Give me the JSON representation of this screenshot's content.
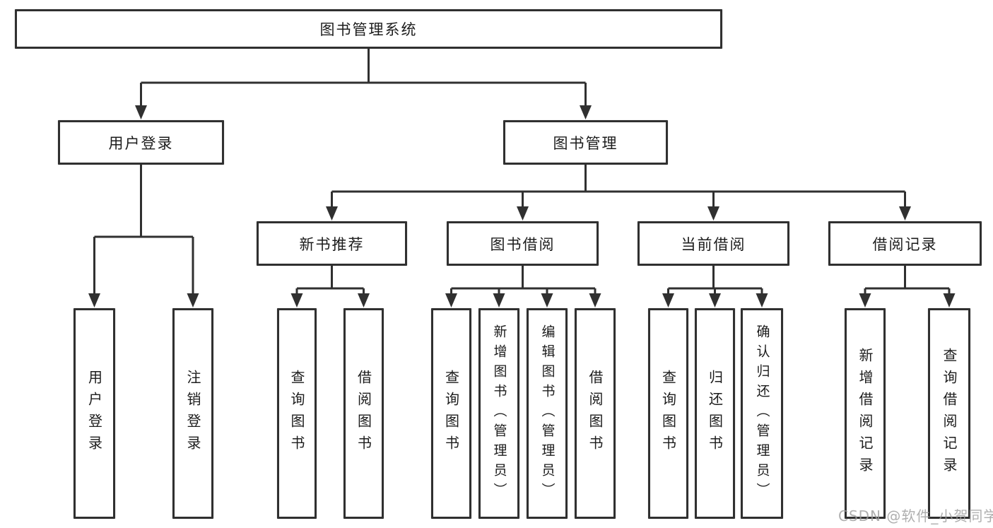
{
  "diagram_type": "hierarchy-tree",
  "watermark": "CSDN @软件_小贺同学",
  "colors": {
    "background": "#ffffff",
    "box_fill": "#ffffff",
    "box_border": "#303030",
    "connector_line": "#303030",
    "text": "#1c1c1c",
    "watermark_text": "#9e9e9e"
  },
  "tree": {
    "label": "图书管理系统",
    "children": [
      {
        "label": "用户登录",
        "children": [
          {
            "label": "用户登录"
          },
          {
            "label": "注销登录"
          }
        ]
      },
      {
        "label": "图书管理",
        "children": [
          {
            "label": "新书推荐",
            "children": [
              {
                "label": "查询图书"
              },
              {
                "label": "借阅图书"
              }
            ]
          },
          {
            "label": "图书借阅",
            "children": [
              {
                "label": "查询图书"
              },
              {
                "label": "新增图书（管理员）"
              },
              {
                "label": "编辑图书（管理员）"
              },
              {
                "label": "借阅图书"
              }
            ]
          },
          {
            "label": "当前借阅",
            "children": [
              {
                "label": "查询图书"
              },
              {
                "label": "归还图书"
              },
              {
                "label": "确认归还（管理员）"
              }
            ]
          },
          {
            "label": "借阅记录",
            "children": [
              {
                "label": "新增借阅记录"
              },
              {
                "label": "查询借阅记录"
              }
            ]
          }
        ]
      }
    ]
  }
}
